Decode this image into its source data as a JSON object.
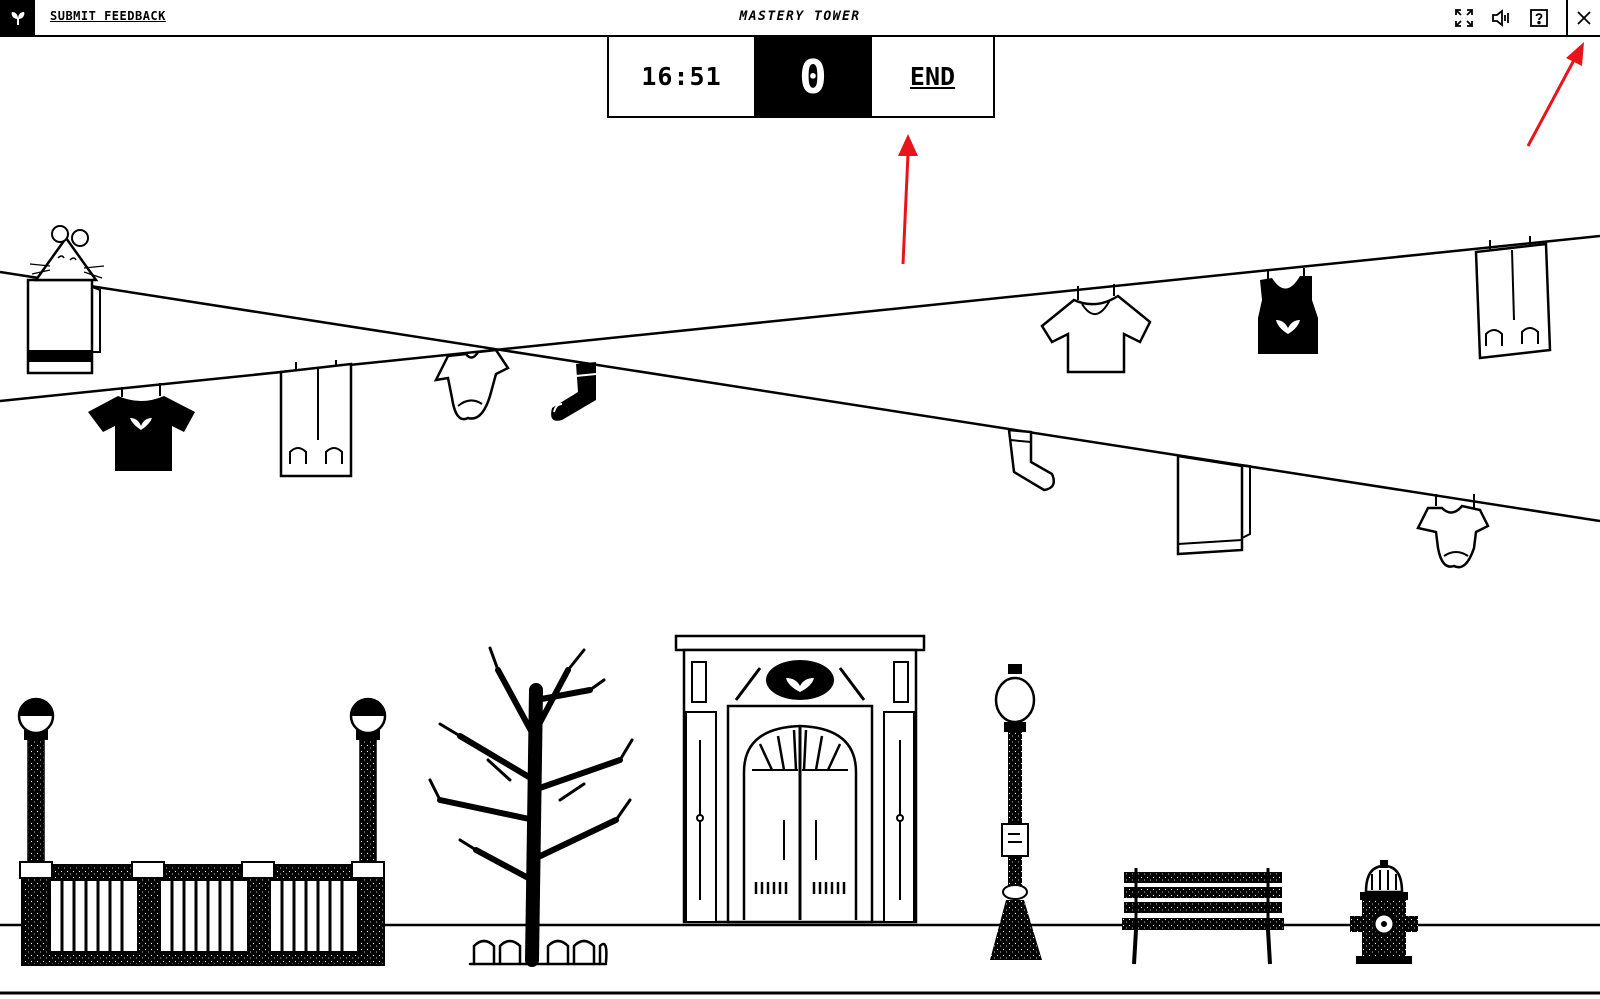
{
  "topbar": {
    "feedback_label": "SUBMIT FEEDBACK",
    "title": "MASTERY TOWER",
    "icons": [
      "fullscreen-icon",
      "sound-icon",
      "help-icon",
      "close-icon"
    ]
  },
  "hud": {
    "timer": "16:51",
    "score": "0",
    "end_label": "END"
  },
  "colors": {
    "ink": "#000000",
    "paper": "#ffffff",
    "annotation": "#e8141b"
  }
}
